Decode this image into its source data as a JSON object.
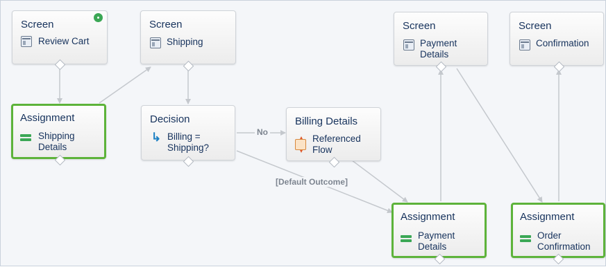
{
  "colors": {
    "highlight": "#5db33a",
    "connector": "#c4c8cd",
    "text": "#16325c",
    "edge_label": "#7d8590"
  },
  "nodes": [
    {
      "id": "review-cart",
      "type": "Screen",
      "label": "Review Cart",
      "icon": "screen-icon",
      "highlighted": false,
      "start": true
    },
    {
      "id": "shipping",
      "type": "Screen",
      "label": "Shipping",
      "icon": "screen-icon",
      "highlighted": false
    },
    {
      "id": "payment-details-screen",
      "type": "Screen",
      "label": "Payment Details",
      "icon": "screen-icon",
      "highlighted": false
    },
    {
      "id": "confirmation",
      "type": "Screen",
      "label": "Confirmation",
      "icon": "screen-icon",
      "highlighted": false
    },
    {
      "id": "shipping-details",
      "type": "Assignment",
      "label": "Shipping Details",
      "icon": "assignment-icon",
      "highlighted": true
    },
    {
      "id": "decision",
      "type": "Decision",
      "label": "Billing = Shipping?",
      "icon": "decision-icon",
      "highlighted": false
    },
    {
      "id": "billing-details",
      "type": "Billing Details",
      "label": "Referenced Flow",
      "icon": "subflow-icon",
      "highlighted": false
    },
    {
      "id": "payment-details-assign",
      "type": "Assignment",
      "label": "Payment Details",
      "icon": "assignment-icon",
      "highlighted": true
    },
    {
      "id": "order-confirmation",
      "type": "Assignment",
      "label": "Order Confirmation",
      "icon": "assignment-icon",
      "highlighted": true
    }
  ],
  "edge_labels": {
    "no": "No",
    "default": "[Default Outcome]"
  }
}
